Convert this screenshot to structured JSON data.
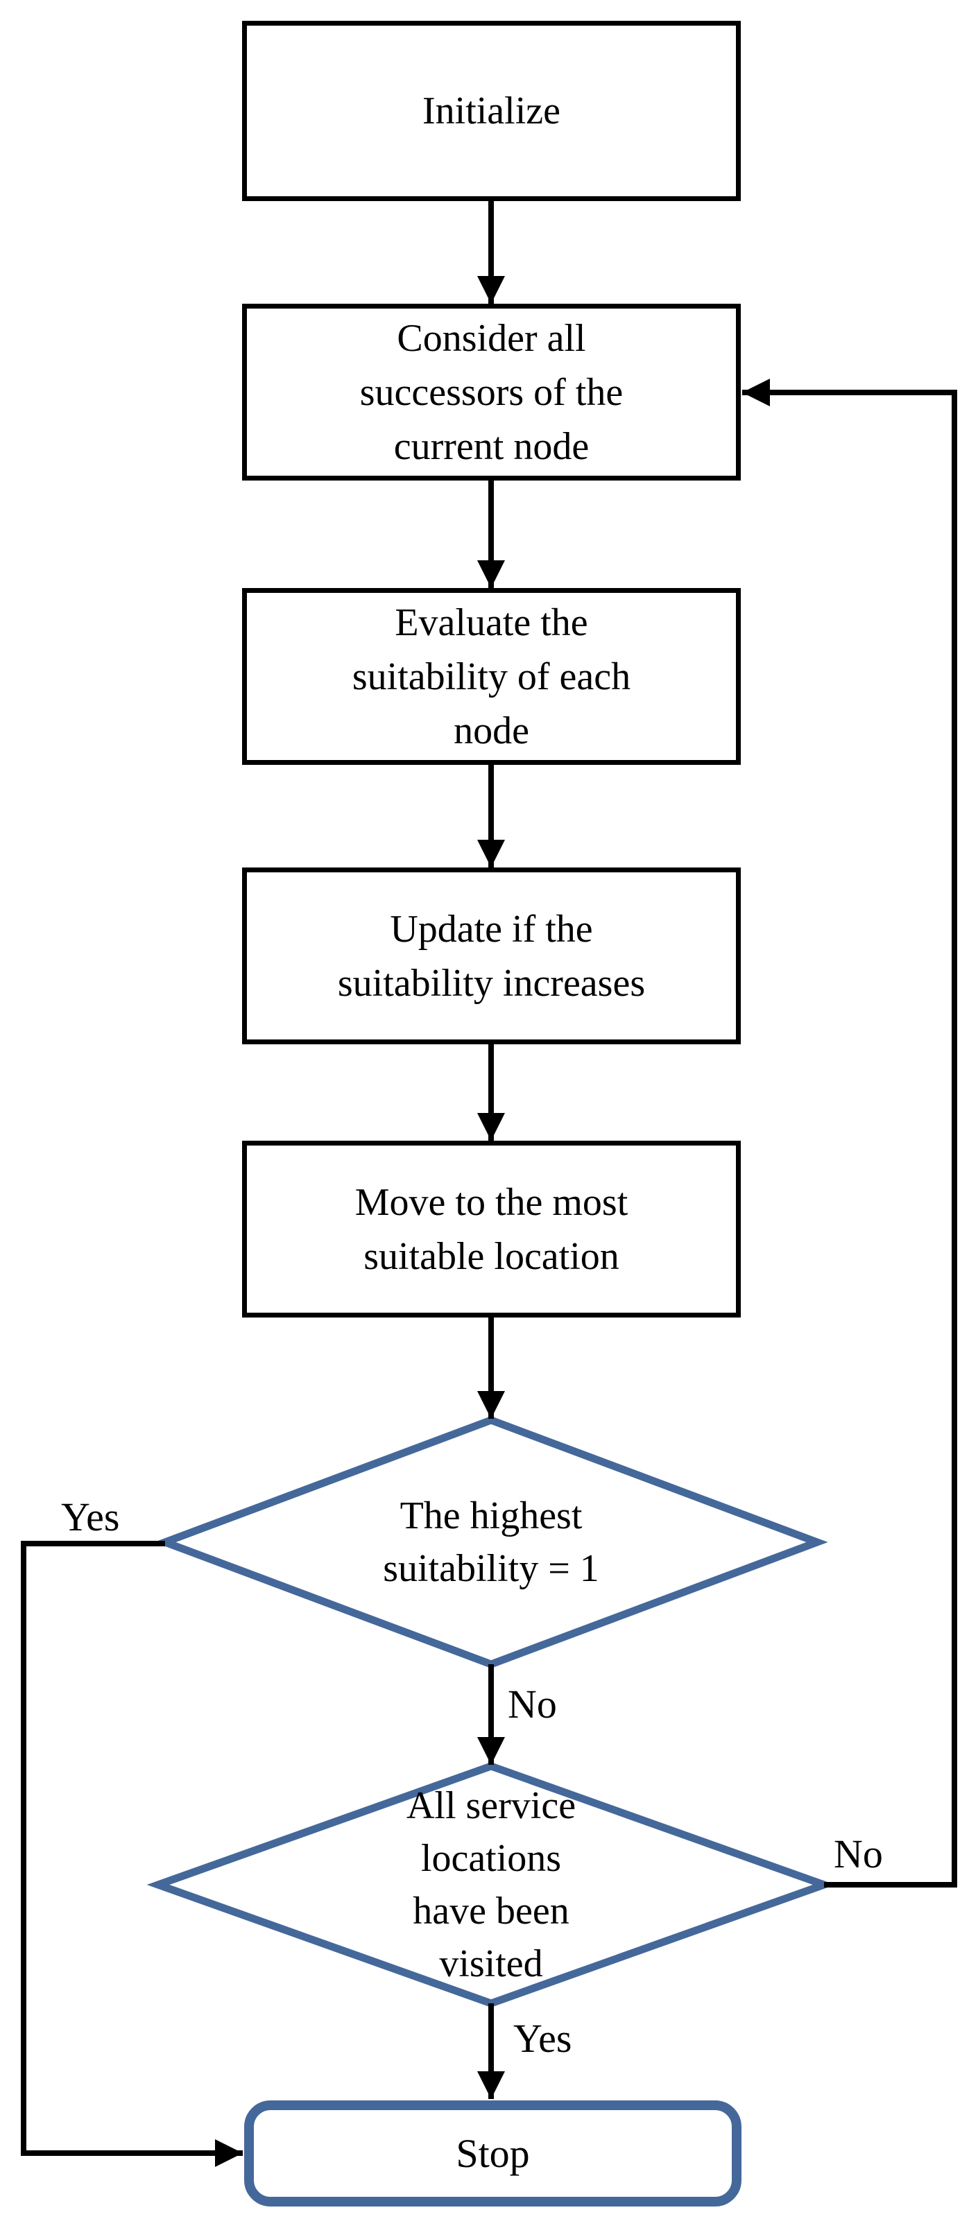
{
  "flowchart": {
    "nodes": {
      "initialize": {
        "label": "Initialize"
      },
      "consider_successors": {
        "lines": [
          "Consider all",
          "successors of the",
          "current node"
        ]
      },
      "evaluate_suitability": {
        "lines": [
          "Evaluate the",
          "suitability of each",
          "node"
        ]
      },
      "update_suitability": {
        "lines": [
          "Update if the",
          "suitability increases"
        ]
      },
      "move_location": {
        "lines": [
          "Move to the most",
          "suitable location"
        ]
      },
      "decision_highest_suitability": {
        "lines": [
          "The highest",
          "suitability = 1"
        ]
      },
      "decision_all_visited": {
        "lines": [
          "All service",
          "locations",
          "have been",
          "visited"
        ]
      },
      "stop": {
        "label": "Stop"
      }
    },
    "edge_labels": {
      "highest_yes": "Yes",
      "highest_no": "No",
      "all_visited_no": "No",
      "all_visited_yes": "Yes"
    },
    "colors": {
      "decision_stroke": "#45689a",
      "terminator_stroke": "#45689a",
      "flow_stroke": "#000000",
      "text": "#000000",
      "background": "#ffffff"
    }
  }
}
